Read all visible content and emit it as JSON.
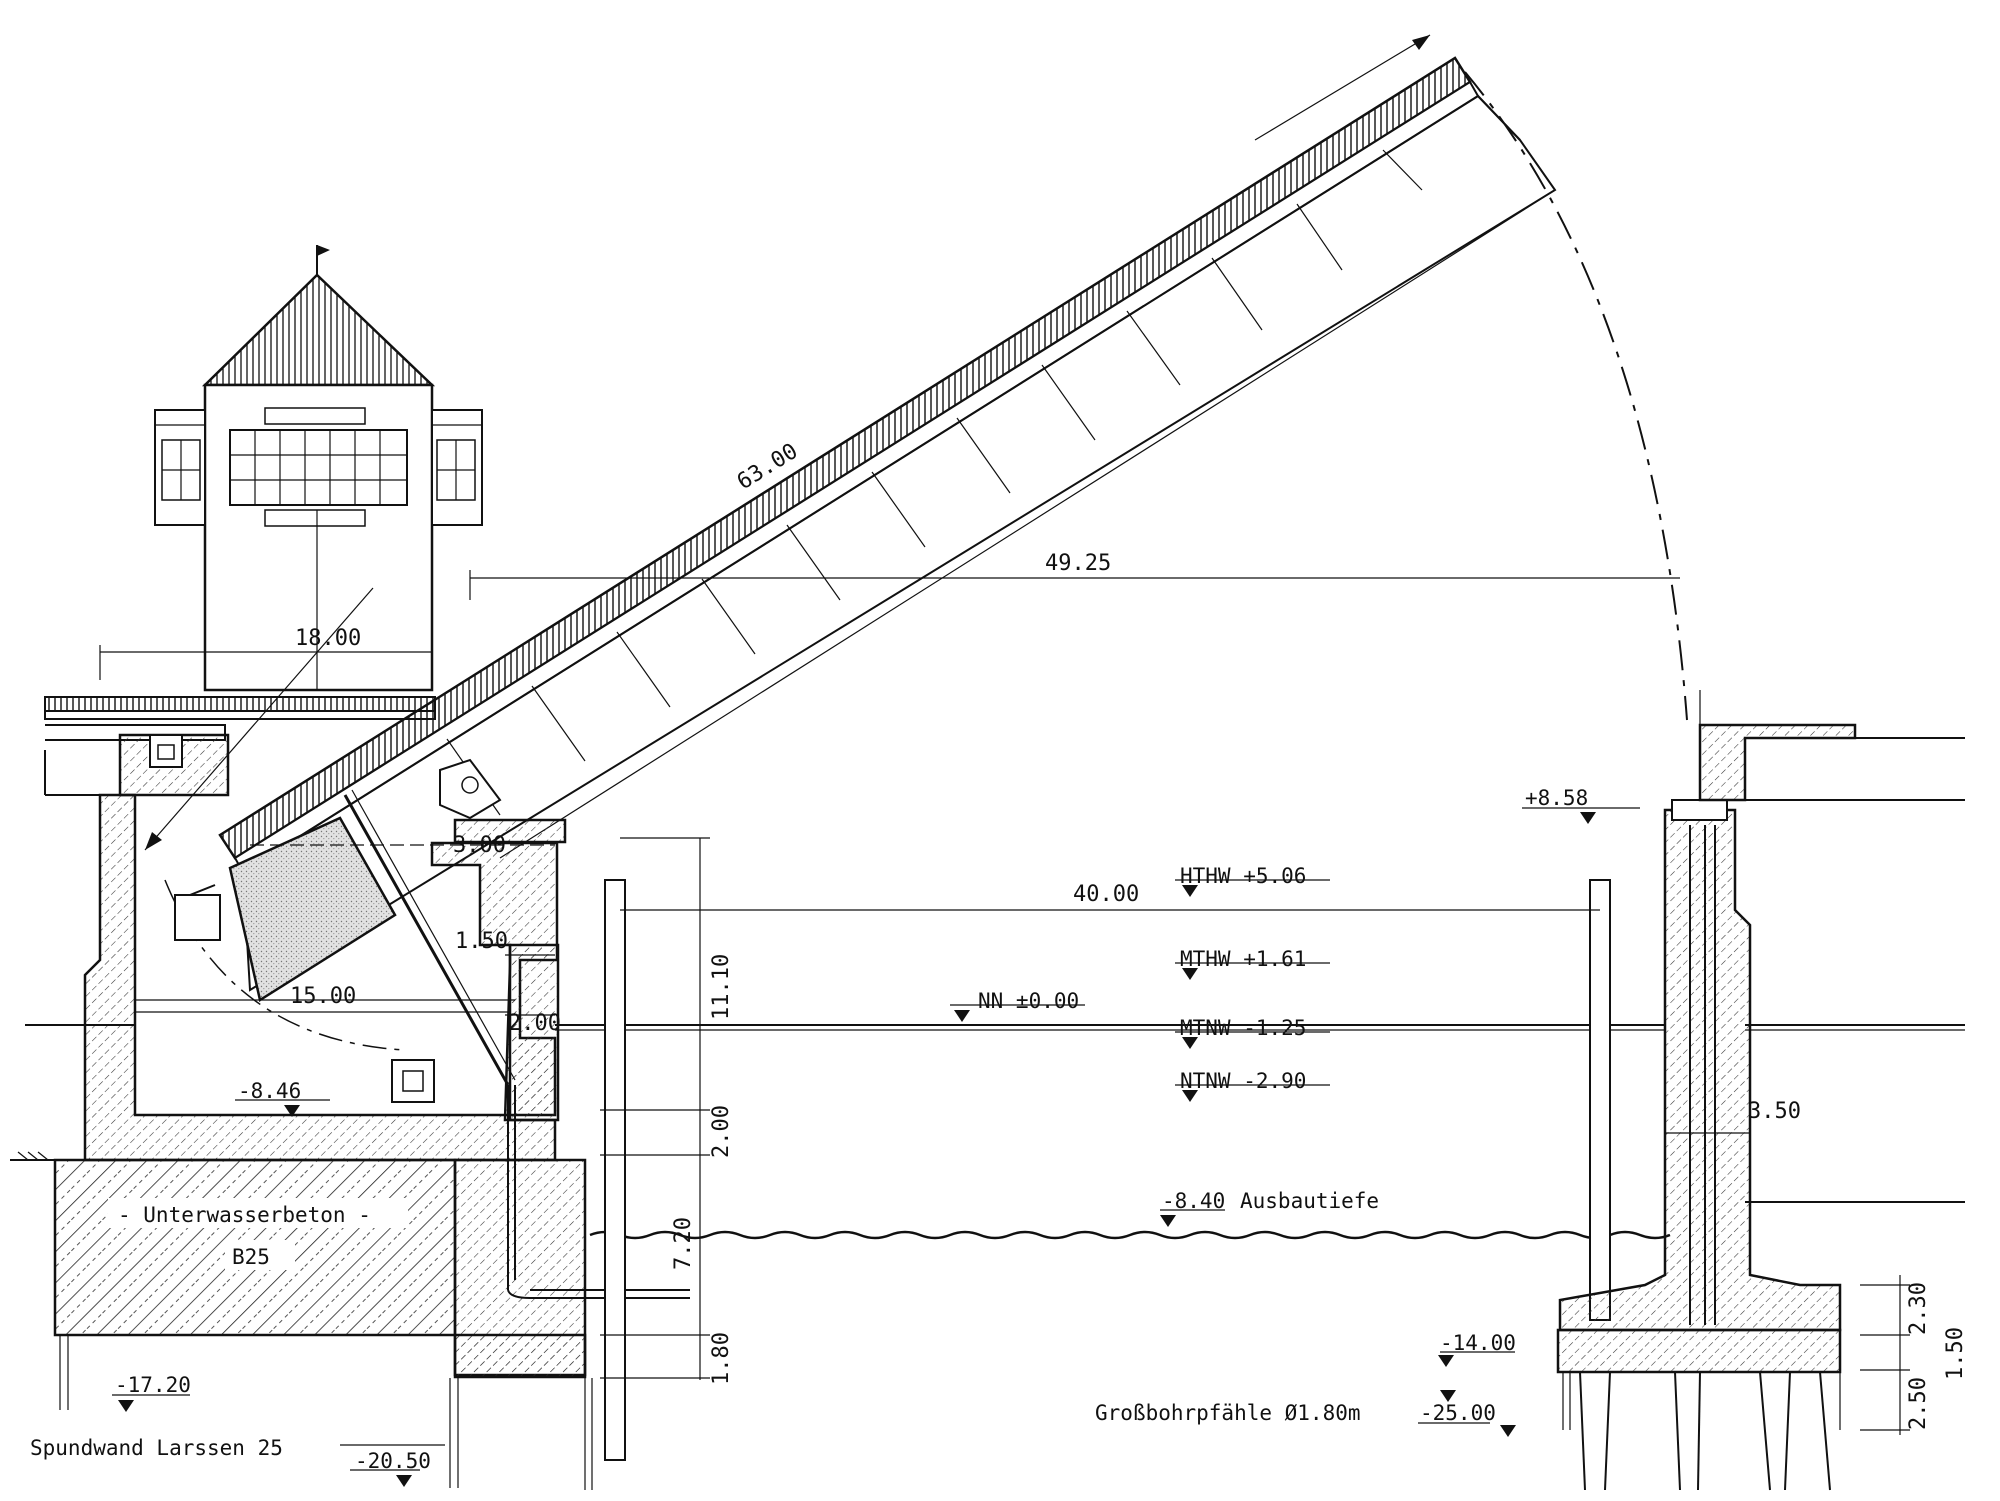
{
  "drawing": {
    "dimensions": {
      "leaf_length": "63.00",
      "span_to_pivot": "49.25",
      "tower_width": "18.00",
      "clear_opening": "40.00",
      "pit_width": "15.00",
      "d_3_00": "3.00",
      "d_1_50": "1.50",
      "d_2_00": "2.00",
      "d_11_10": "11.10",
      "d_2_00_b": "2.00",
      "d_7_20": "7.20",
      "d_1_80": "1.80",
      "d_3_50": "3.50",
      "d_2_30": "2.30",
      "d_1_50_b": "1.50",
      "d_2_50": "2.50"
    },
    "water_levels": {
      "hthw": "HTHW +5.06",
      "mthw": "MTHW +1.61",
      "nn": "NN ±0.00",
      "mtnw": "MTNW -1.25",
      "ntnw": "NTNW -2.90"
    },
    "levels": {
      "top_right": "+8.58",
      "pit_floor": "-8.46",
      "dredge": "-8.40",
      "dredge_note": "Ausbautiefe",
      "base_left": "-17.20",
      "sheet_pile_toe": "-20.50",
      "base_right": "-14.00",
      "pile_toe": "-25.00"
    },
    "labels": {
      "underwater_concrete": "- Unterwasserbeton -",
      "concrete_grade": "B25",
      "sheet_pile": "Spundwand Larssen 25",
      "bored_piles": "Großbohrpfähle Ø1.80m"
    }
  }
}
